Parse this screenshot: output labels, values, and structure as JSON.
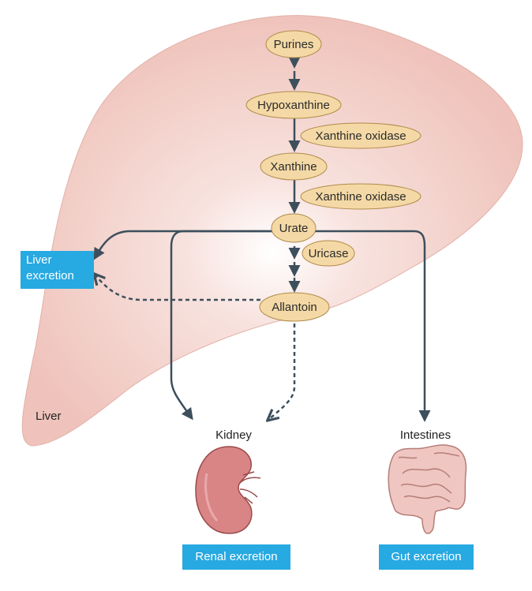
{
  "nodes": {
    "purines": "Purines",
    "hypoxanthine": "Hypoxanthine",
    "xanthine": "Xanthine",
    "urate": "Urate",
    "allantoin": "Allantoin"
  },
  "enzymes": {
    "xanthine_oxidase_1": "Xanthine oxidase",
    "xanthine_oxidase_2": "Xanthine oxidase",
    "uricase": "Uricase"
  },
  "labels": {
    "liver": "Liver",
    "kidney": "Kidney",
    "intestines": "Intestines"
  },
  "excretion": {
    "liver_line1": "Liver",
    "liver_line2": "excretion",
    "renal": "Renal excretion",
    "gut": "Gut excretion"
  },
  "colors": {
    "liver_fill": "#f2c9c2",
    "node_fill": "#f4d9a6",
    "node_stroke": "#b08a4a",
    "arrow": "#3d4f5c",
    "box": "#27a9e1",
    "kidney": "#d98585",
    "intestine": "#f0c6c2"
  }
}
